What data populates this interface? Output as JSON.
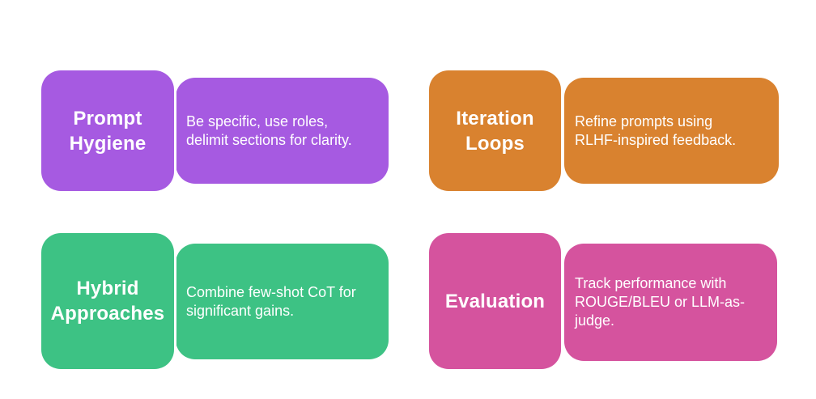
{
  "page": {
    "background": "#ffffff"
  },
  "cards": [
    {
      "id": "prompt-hygiene",
      "title": "Prompt\nHygiene",
      "description": "Be specific, use roles,\ndelimit sections for clarity.",
      "color": "#A65AE1",
      "text_color": "#ffffff"
    },
    {
      "id": "iteration-loops",
      "title": "Iteration\nLoops",
      "description": "Refine prompts using\nRLHF-inspired feedback.",
      "color": "#D9822F",
      "text_color": "#ffffff"
    },
    {
      "id": "hybrid-approaches",
      "title": "Hybrid\nApproaches",
      "description": "Combine few-shot CoT for\nsignificant gains.",
      "color": "#3DC284",
      "text_color": "#ffffff"
    },
    {
      "id": "evaluation",
      "title": "Evaluation",
      "description": "Track performance with\nROUGE/BLEU or LLM-as-\njudge.",
      "color": "#D5539E",
      "text_color": "#ffffff"
    }
  ]
}
